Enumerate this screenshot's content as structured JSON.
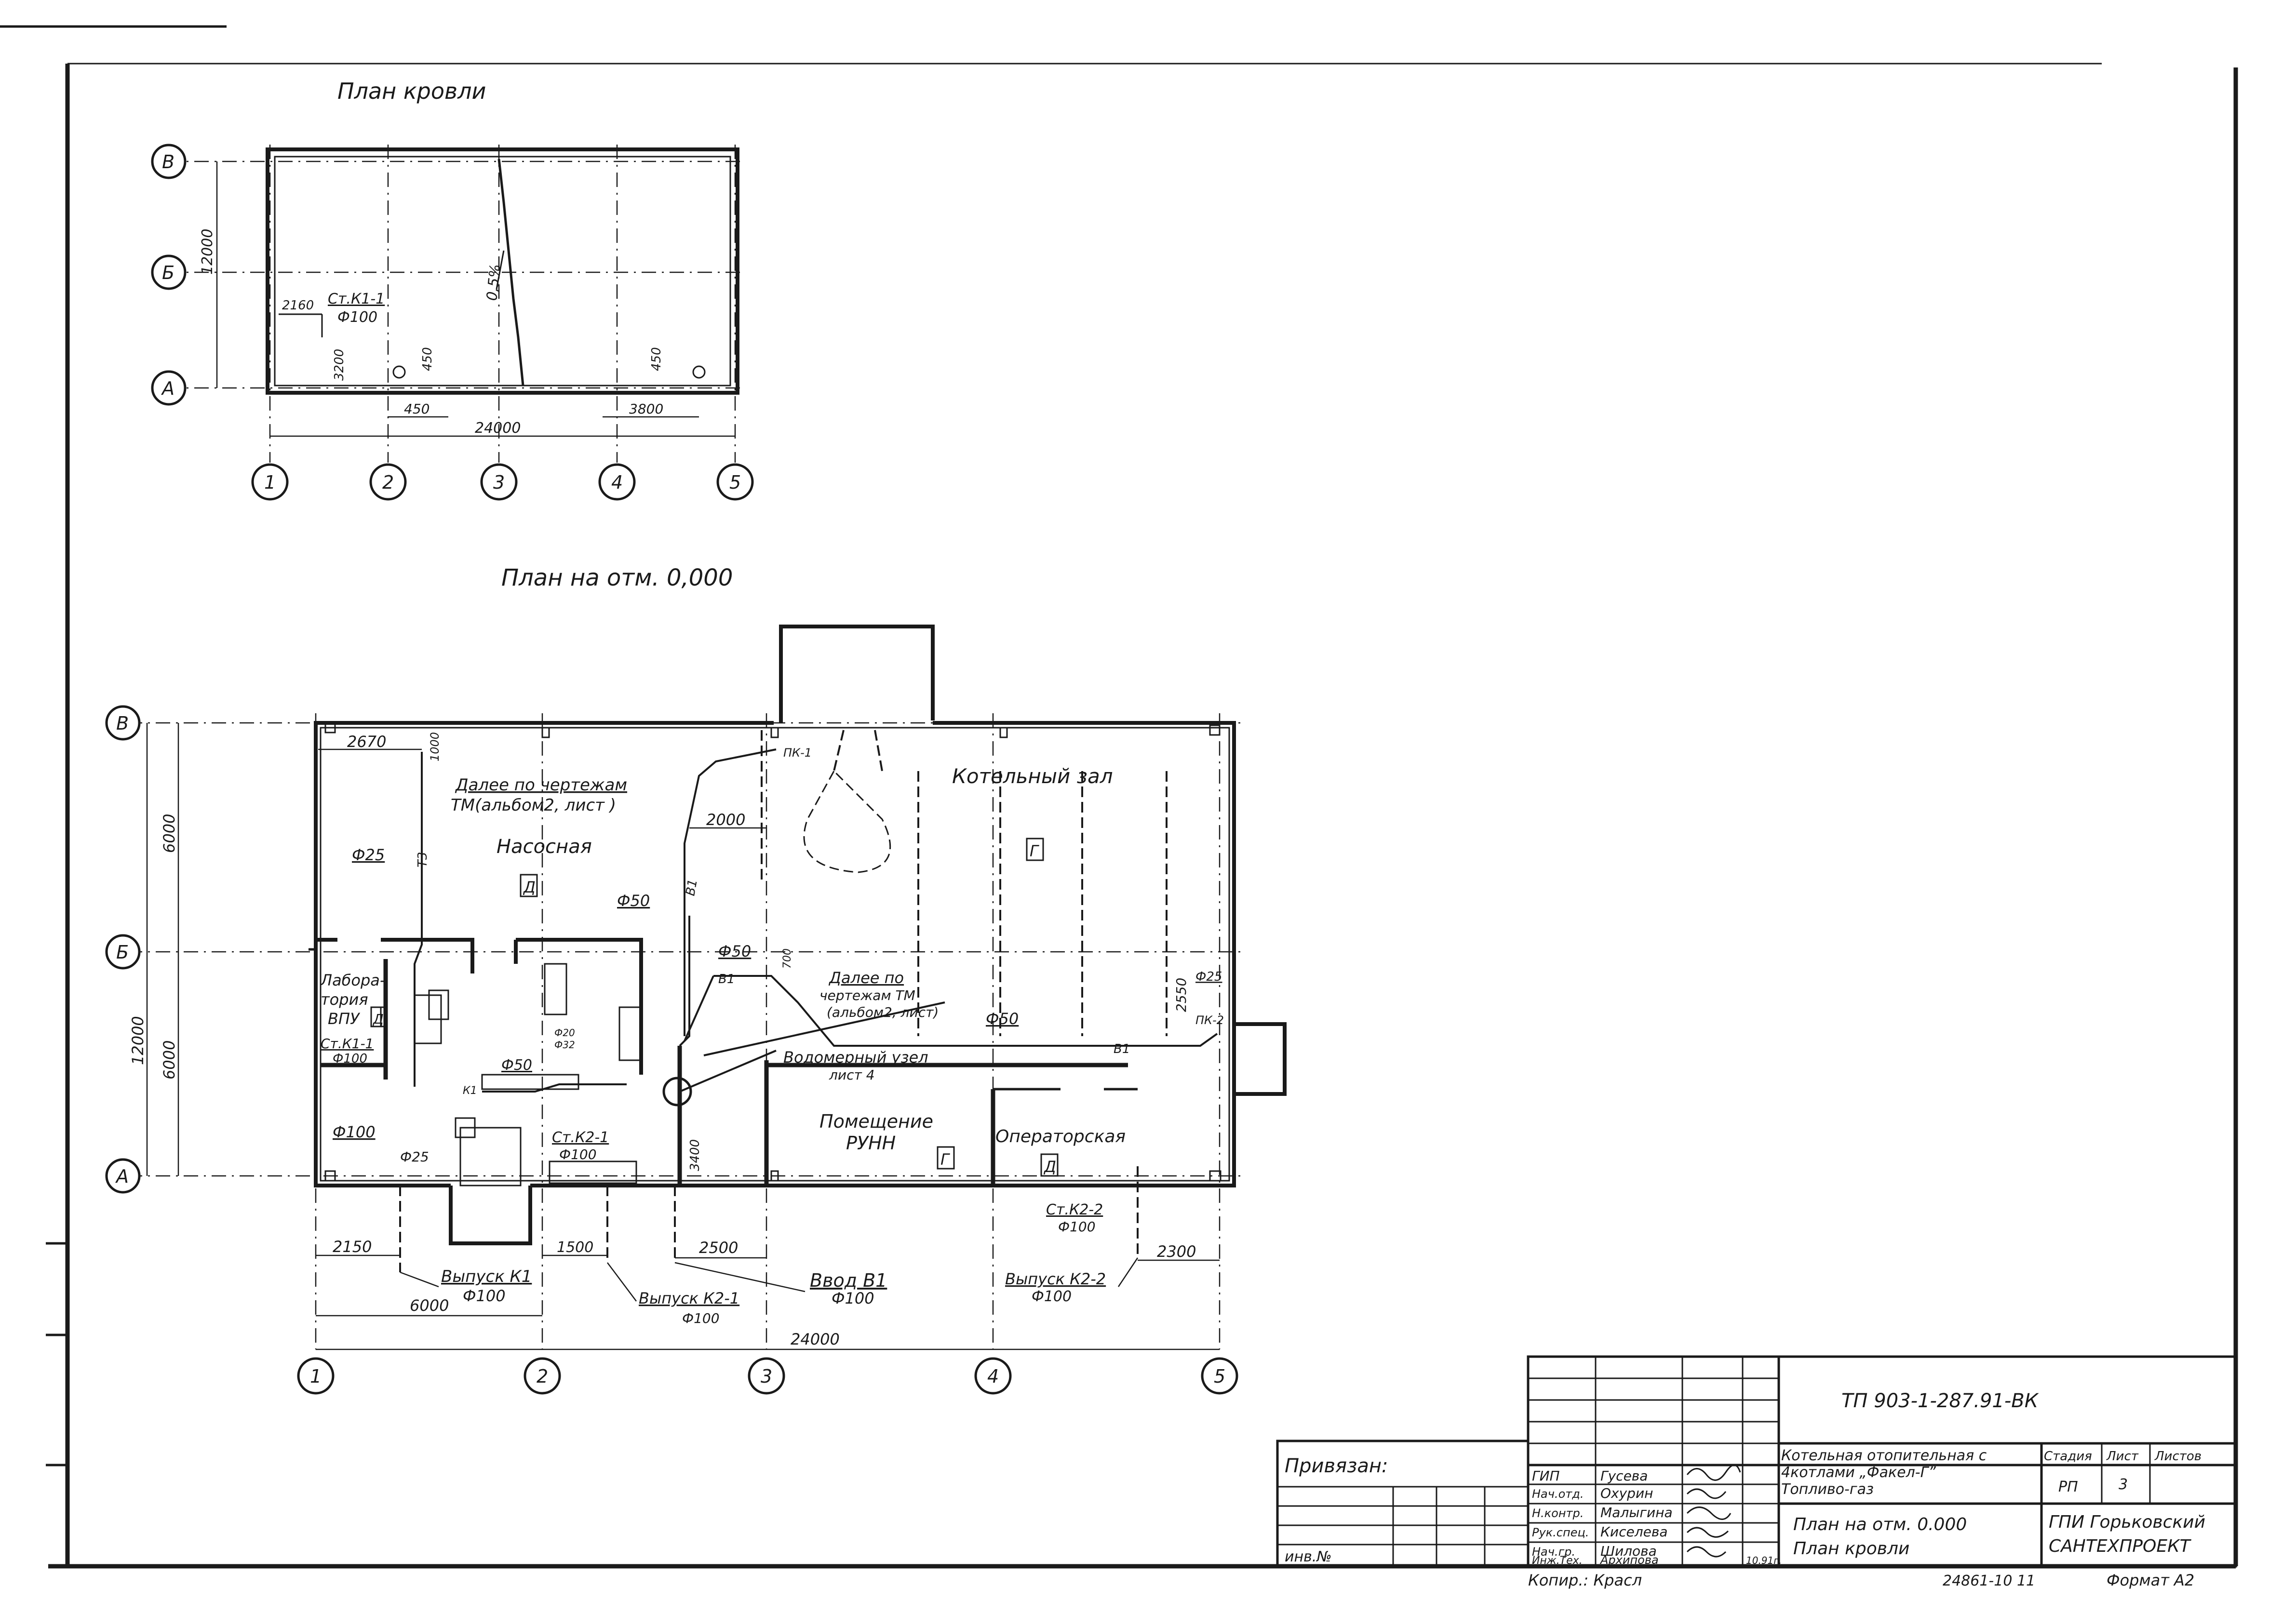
{
  "titles": {
    "roof_plan": "План кровли",
    "floor_plan": "План на отм. 0,000"
  },
  "roof": {
    "axes_letters": [
      "В",
      "Б",
      "А"
    ],
    "axes_numbers": [
      "1",
      "2",
      "3",
      "4",
      "5"
    ],
    "dim_height": "12000",
    "dim_width": "24000",
    "dim_2160": "2160",
    "riser": "Ст.К1-1",
    "riser_dia": "Ф100",
    "dim_3200": "3200",
    "dim_450a": "450",
    "dim_450b": "450",
    "dim_450c": "450",
    "dim_3800": "3800",
    "slope": "0,5%"
  },
  "plan": {
    "axes_letters": [
      "В",
      "Б",
      "А"
    ],
    "axes_numbers": [
      "1",
      "2",
      "3",
      "4",
      "5"
    ],
    "dim_6000_top": "6000",
    "dim_6000_bottom": "6000",
    "dim_12000": "12000",
    "dim_2670": "2670",
    "dim_1000": "1000",
    "note_tm_1": "Далее по чертежам",
    "note_tm_2": "ТМ(альбом2, лист )",
    "f25_a": "Ф25",
    "t3": "Т3",
    "nasosnaya": "Насосная",
    "cat_d1": "Д",
    "f50_a": "Ф50",
    "v1_a": "В1",
    "dim_2000": "2000",
    "pk1": "ПК-1",
    "kotelny_zal": "Котельный зал",
    "cat_g1": "Г",
    "f50_b": "Ф50",
    "dim_700": "700",
    "v1_b": "В1",
    "note_tm2_1": "Далее по",
    "note_tm2_2": "чертежам ТМ",
    "note_tm2_3": "(альбом2, лист)",
    "f50_c": "Ф50",
    "v1_c": "В1",
    "dim_2550": "2550",
    "f25_b": "Ф25",
    "pk2": "ПК-2",
    "lab_1": "Лабора-",
    "lab_2": "тория",
    "lab_3": "ВПУ",
    "cat_d2": "Д",
    "riser_k11": "Ст.К1-1",
    "riser_k11_dia": "Ф100",
    "f50_d": "Ф50",
    "f20": "Ф20",
    "f32": "Ф32",
    "k1": "К1",
    "vodomer_1": "Водомерный узел",
    "vodomer_2": "лист 4",
    "room_runn_1": "Помещение",
    "room_runn_2": "РУНН",
    "cat_g2": "Г",
    "operatorskaya": "Операторская",
    "cat_d3": "Д",
    "f100_a": "Ф100",
    "f25_c": "Ф25",
    "riser_k21": "Ст.К2-1",
    "riser_k21_dia": "Ф100",
    "dim_3400": "3400",
    "riser_k22": "Ст.К2-2",
    "riser_k22_dia": "Ф100",
    "dim_2150": "2150",
    "dim_1500": "1500",
    "dim_2500": "2500",
    "dim_2300": "2300",
    "out_k1": "Выпуск К1",
    "out_k1_dia": "Ф100",
    "out_k21": "Выпуск К2-1",
    "out_k21_dia": "Ф100",
    "in_v1": "Ввод В1",
    "in_v1_dia": "Ф100",
    "out_k22": "Выпуск К2-2",
    "out_k22_dia": "Ф100",
    "dim_6000_b": "6000",
    "dim_24000": "24000"
  },
  "stamp": {
    "privyazan": "Привязан:",
    "inv": "инв.№",
    "doc_code": "ТП 903-1-287.91-ВК",
    "desc_1": "Котельная отопительная с",
    "desc_2": "4котлами „Факел-Г”",
    "desc_3": "Топливо-газ",
    "sheet_title_1": "План на отм. 0.000",
    "sheet_title_2": "План кровли",
    "stage_h": "Стадия",
    "sheet_h": "Лист",
    "sheets_h": "Листов",
    "stage": "РП",
    "sheet": "3",
    "org_1": "ГПИ Горьковский",
    "org_2": "САНТЕХПРОЕКТ",
    "roles": [
      "ГИП",
      "Нач.отд.",
      "Н.контр.",
      "Рук.спец.",
      "Нач.гр.",
      "Инж.Тех."
    ],
    "names": [
      "Гусева",
      "Охурин",
      "Малыгина",
      "Киселева",
      "Шилова",
      "Архипова"
    ],
    "date": "10.91г.",
    "kopir": "Копир.: Красл",
    "archive": "24861-10 11",
    "format": "Формат А2"
  }
}
